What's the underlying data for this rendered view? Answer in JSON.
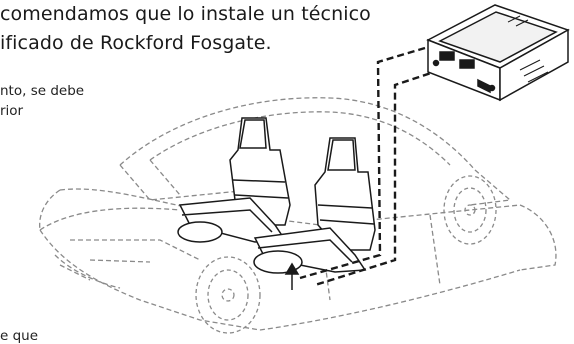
{
  "document": {
    "heading_lines": [
      "comendamos que lo instale un técnico",
      "ificado de Rockford Fosgate."
    ],
    "body_lines": [
      "nto, se debe",
      "rior",
      "e que"
    ]
  },
  "illustration": {
    "line_color": "#8a8a8a",
    "seat_color": "#1a1a1a",
    "amp_color": "#1a1a1a"
  }
}
